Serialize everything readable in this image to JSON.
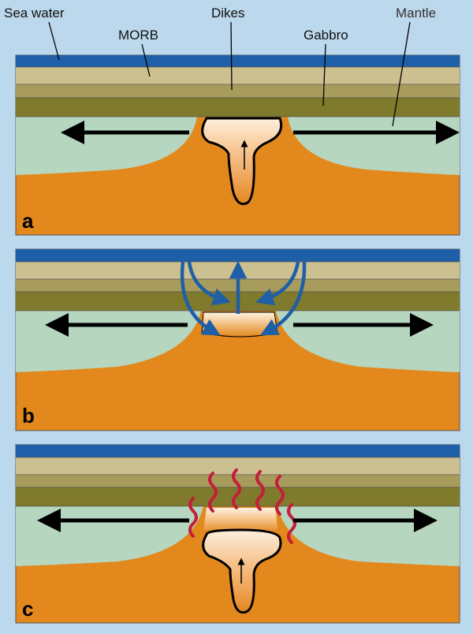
{
  "labels": {
    "sea_water": "Sea water",
    "morb": "MORB",
    "dikes": "Dikes",
    "gabbro": "Gabbro",
    "mantle": "Mantle"
  },
  "panels": [
    {
      "letter": "a"
    },
    {
      "letter": "b"
    },
    {
      "letter": "c"
    }
  ],
  "colors": {
    "background": "#bcd8ec",
    "sea_water": "#1f5fa8",
    "morb": "#cdc090",
    "dikes": "#a89c5c",
    "gabbro": "#7f7a2c",
    "lithosphere": "#b6d6bf",
    "asthenosphere": "#e2881c",
    "magma_light": "#fbe6cc",
    "water_flow": "#1f5fa8",
    "heat": "#c41e3a"
  }
}
